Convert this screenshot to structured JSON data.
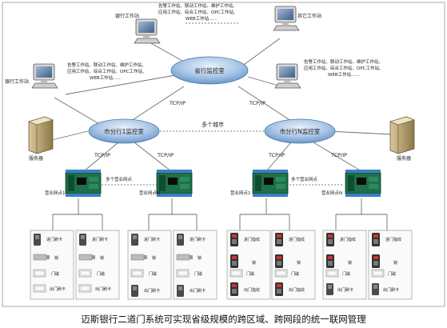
{
  "nodes": {
    "provincial_center": "省行监控室",
    "city_branch_1": "市分行1监控室",
    "city_branch_n": "市分行N监控室",
    "multi_city": "多个城市",
    "bank_workstation_top": "银行工作站",
    "other_workstation_top": "其它工作站",
    "bank_workstation_left": "银行工作站",
    "server_left": "服务器",
    "server_right": "服务器",
    "outlet_1": "营业网点1",
    "outlet_n_left": "营业网点N",
    "outlet_1_right": "营业网点1",
    "outlet_n_right": "营业网点N",
    "multi_outlet": "多个营业网点"
  },
  "links": {
    "tcp_ip": "TCP/IP"
  },
  "workstation_functions": {
    "line1": "告警工作站、联动工作站、维护工作站、",
    "line2": "应用工作站、综合工作站、OPC工作站、",
    "line3": "WEB工作站……"
  },
  "door_units": {
    "reader_in": "进门刷卡",
    "lock": "锁",
    "door_magnet": "门磁",
    "exit_reader": "出门刷卡",
    "biometric_in": "进门指纹",
    "biometric_out": "出门指纹"
  },
  "caption": "迈斯银行二道门系统可实现省级规模的跨区域、跨网段的统一联网管理",
  "colors": {
    "ellipse_fill": "#7fa9d6",
    "controller_board": "#1f6f4a",
    "line": "#6f6f6f",
    "frame": "#aaaaaa"
  }
}
